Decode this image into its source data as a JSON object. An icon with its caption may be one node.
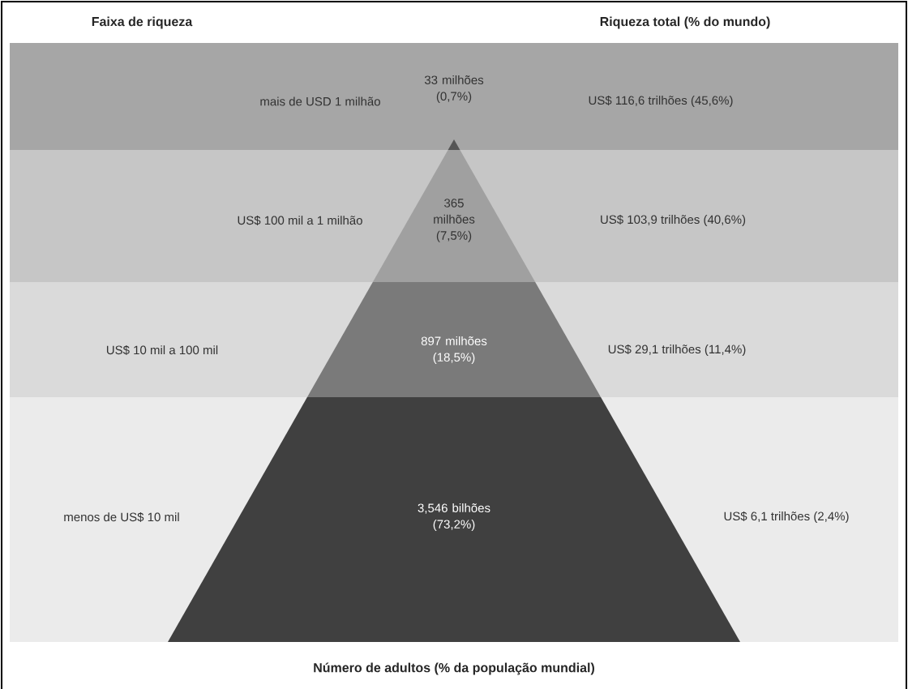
{
  "diagram": {
    "nodes": [
      {
        "text": [
          "mais de USD 1 milhão",
          "US$ 116,6 trilhões (45,6%)"
        ]
      },
      {
        "text": [
          "US$ 100 mil a 1 milhão",
          "US$ 103,9 trilhões (40,6%)"
        ]
      },
      {
        "text": [
          "US$ 10 mil a 100 mil",
          "US$ 29,1 trilhões (11,4%)"
        ]
      },
      {
        "text": [
          "menos de US$ 10 mil",
          "US$ 6,1 trilhões  (2,4%)"
        ]
      },
      {
        "text": [
          "33 milhões (0,7%)"
        ],
        "in": 0
      },
      {
        "text": [
          "365 milhões (7,5%)"
        ],
        "in": 1
      },
      {
        "text": [
          "897 milhões (18,5%)"
        ],
        "in": 2
      },
      {
        "text": [
          "3,546 bilhões (73,2%)"
        ],
        "in": 3
      }
    ],
    "labels": [
      "Faixa de riqueza",
      "Riqueza total (% do mundo)",
      "Número de adultos (% da população mundial)"
    ]
  }
}
